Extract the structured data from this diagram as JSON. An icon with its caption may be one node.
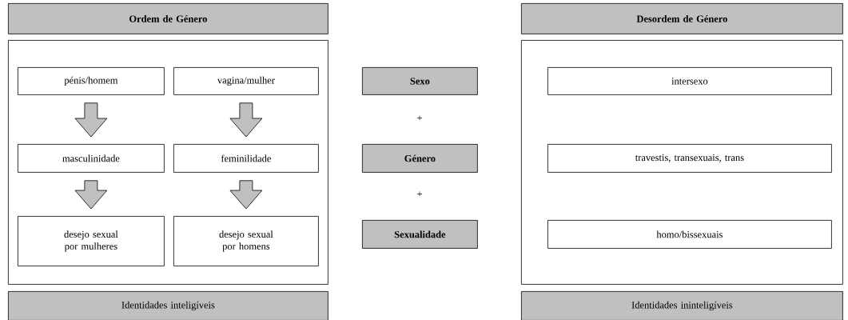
{
  "diagram": {
    "nodes": [
      {
        "text": [
          "Ordem de Género"
        ]
      },
      {
        "text": [],
        "shape": "box"
      },
      {
        "text": [
          "pénis/homem"
        ],
        "in": 1
      },
      {
        "text": [
          "vagina/mulher"
        ],
        "in": 1
      },
      {
        "text": [
          "masculinidade"
        ],
        "in": 1
      },
      {
        "text": [
          "feminilidade"
        ],
        "in": 1
      },
      {
        "text": [
          "desejo sexual por mulheres"
        ],
        "in": 1
      },
      {
        "text": [
          "desejo sexual por homens"
        ],
        "in": 1
      },
      {
        "text": [
          "Identidades inteligíveis"
        ]
      },
      {
        "text": [
          "Sexo"
        ]
      },
      {
        "text": [
          "Género"
        ]
      },
      {
        "text": [
          "Sexualidade"
        ]
      },
      {
        "text": [
          "Desordem de Género"
        ]
      },
      {
        "text": [],
        "shape": "box"
      },
      {
        "text": [
          "intersexo"
        ],
        "in": 13
      },
      {
        "text": [
          "travestis, transexuais, trans"
        ],
        "in": 13
      },
      {
        "text": [
          "homo/bissexuais"
        ],
        "in": 13
      },
      {
        "text": [
          "Identidades ininteligíveis"
        ]
      }
    ],
    "edges": [
      {
        "from": 2,
        "to": 4,
        "arrow": "to"
      },
      {
        "from": 4,
        "to": 6,
        "arrow": "to"
      },
      {
        "from": 3,
        "to": 5,
        "arrow": "to"
      },
      {
        "from": 5,
        "to": 7,
        "arrow": "to"
      }
    ],
    "labels": [
      "+",
      "+"
    ]
  }
}
